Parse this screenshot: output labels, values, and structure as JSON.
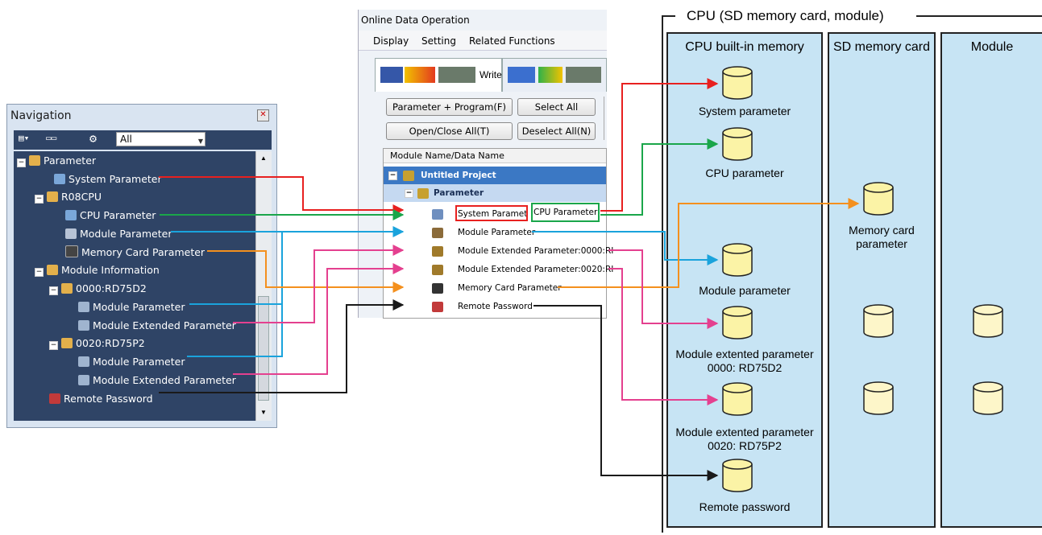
{
  "navigation": {
    "title": "Navigation",
    "filter_value": "All",
    "tree": [
      {
        "label": "Parameter"
      },
      {
        "label": "System Parameter"
      },
      {
        "label": "R08CPU"
      },
      {
        "label": "CPU Parameter"
      },
      {
        "label": "Module Parameter"
      },
      {
        "label": "Memory Card Parameter"
      },
      {
        "label": "Module Information"
      },
      {
        "label": "0000:RD75D2"
      },
      {
        "label": "Module Parameter"
      },
      {
        "label": "Module Extended Parameter"
      },
      {
        "label": "0020:RD75P2"
      },
      {
        "label": "Module Parameter"
      },
      {
        "label": "Module Extended Parameter"
      },
      {
        "label": "Remote Password"
      }
    ]
  },
  "online_data_operation": {
    "title": "Online Data Operation",
    "menu": [
      "Display",
      "Setting",
      "Related Functions"
    ],
    "tab_write_label": "Write",
    "buttons": {
      "param_program": "Parameter + Program(F)",
      "select_all": "Select All",
      "open_close_all": "Open/Close All(T)",
      "deselect_all": "Deselect All(N)"
    },
    "column_header": "Module Name/Data Name",
    "rows": [
      {
        "label": "Untitled Project"
      },
      {
        "label": "Parameter"
      },
      {
        "label": "System Parameter"
      },
      {
        "label": "CPU Parameter"
      },
      {
        "label": "Module Parameter"
      },
      {
        "label": "Module Extended Parameter:0000:RI"
      },
      {
        "label": "Module Extended Parameter:0020:RI"
      },
      {
        "label": "Memory Card Parameter"
      },
      {
        "label": "Remote Password"
      }
    ]
  },
  "cpu_panel": {
    "title": "CPU (SD memory card, module)",
    "columns": [
      "CPU built-in memory",
      "SD memory card",
      "Module"
    ],
    "builtin_items": [
      {
        "label": "System parameter"
      },
      {
        "label": "CPU parameter"
      },
      {
        "label": "Module parameter"
      },
      {
        "label_line1": "Module extented parameter",
        "label_line2": "0000: RD75D2"
      },
      {
        "label_line1": "Module extented parameter",
        "label_line2": "0020: RD75P2"
      },
      {
        "label": "Remote password"
      }
    ],
    "sd_item": {
      "label_line1": "Memory card",
      "label_line2": "parameter"
    }
  },
  "colors": {
    "system_param": "#e8201f",
    "cpu_param": "#1aa64a",
    "module_param": "#1aa3dc",
    "memory_card": "#f4901e",
    "extended": "#e4408f",
    "remote": "#1a1a1a",
    "column_fill": "#c7e4f4",
    "db_fill": "#fbf3a6"
  }
}
